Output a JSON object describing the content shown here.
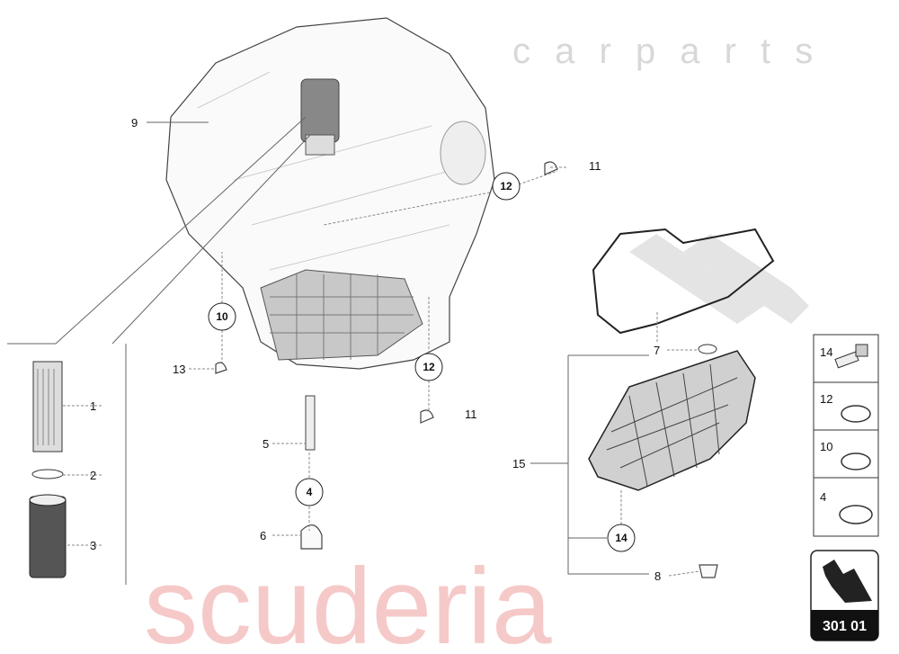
{
  "watermark": {
    "brand": "scuderia",
    "sub": "c a r p a r t s"
  },
  "callouts": [
    {
      "id": "9",
      "label": "9"
    },
    {
      "id": "11a",
      "label": "11"
    },
    {
      "id": "12a",
      "label": "12"
    },
    {
      "id": "10",
      "label": "10"
    },
    {
      "id": "13",
      "label": "13"
    },
    {
      "id": "12b",
      "label": "12"
    },
    {
      "id": "11b",
      "label": "11"
    },
    {
      "id": "5",
      "label": "5"
    },
    {
      "id": "4",
      "label": "4"
    },
    {
      "id": "6",
      "label": "6"
    },
    {
      "id": "1",
      "label": "1"
    },
    {
      "id": "2",
      "label": "2"
    },
    {
      "id": "3",
      "label": "3"
    },
    {
      "id": "7",
      "label": "7"
    },
    {
      "id": "15",
      "label": "15"
    },
    {
      "id": "14",
      "label": "14"
    },
    {
      "id": "8",
      "label": "8"
    }
  ],
  "legend": [
    {
      "label": "14",
      "icon": "bolt-icon"
    },
    {
      "label": "12",
      "icon": "seal-ring-icon"
    },
    {
      "label": "10",
      "icon": "seal-ring-icon"
    },
    {
      "label": "4",
      "icon": "seal-ring-icon"
    }
  ],
  "badge": {
    "code": "301 01",
    "icon": "arrow-icon"
  }
}
